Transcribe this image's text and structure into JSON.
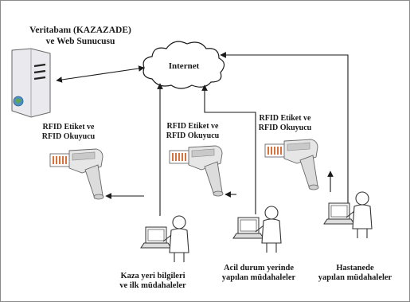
{
  "server": {
    "line1": "Veritabanı (KAZAZADE)",
    "line2": "ve Web Sunucusu",
    "icon": "server-icon"
  },
  "cloud": {
    "label": "Internet",
    "icon": "cloud-icon"
  },
  "rfid_units": [
    {
      "line1": "RFID Etiket ve",
      "line2": "RFID Okuyucu"
    },
    {
      "line1": "RFID Etiket ve",
      "line2": "RFID Okuyucu"
    },
    {
      "line1": "RFID Etiket ve",
      "line2": "RFID Okuyucu"
    }
  ],
  "stations": [
    {
      "line1": "Kaza yeri bilgileri",
      "line2": "ve ilk müdahaleler"
    },
    {
      "line1": "Acil durum yerinde",
      "line2": "yapılan müdahaleler"
    },
    {
      "line1": "Hastanede",
      "line2": "yapılan müdahaleler"
    }
  ],
  "colors": {
    "line": "#1a1a1a",
    "server": "#e9e9ee",
    "reader": "#e6e6e6",
    "tag_stripe": "#d9723a"
  }
}
